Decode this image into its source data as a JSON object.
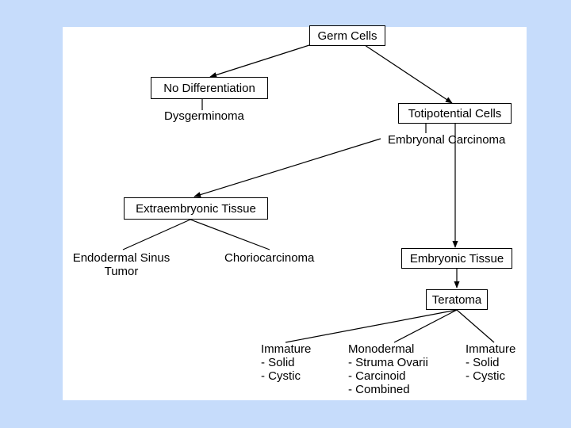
{
  "nodes": {
    "germ_cells": "Germ Cells",
    "no_differentiation": "No Differentiation",
    "dysgerminoma": "Dysgerminoma",
    "totipotential_cells": "Totipotential Cells",
    "embryonal_carcinoma": "Embryonal Carcinoma",
    "extraembryonic_tissue": "Extraembryonic Tissue",
    "endodermal_sinus_tumor": [
      "Endodermal Sinus",
      "Tumor"
    ],
    "choriocarcinoma": "Choriocarcinoma",
    "embryonic_tissue": "Embryonic Tissue",
    "teratoma": "Teratoma",
    "immature_left": [
      "Immature",
      "- Solid",
      "- Cystic"
    ],
    "monodermal": [
      "Monodermal",
      "- Struma Ovarii",
      "- Carcinoid",
      "- Combined"
    ],
    "immature_right": [
      "Immature",
      "- Solid",
      "- Cystic"
    ]
  }
}
